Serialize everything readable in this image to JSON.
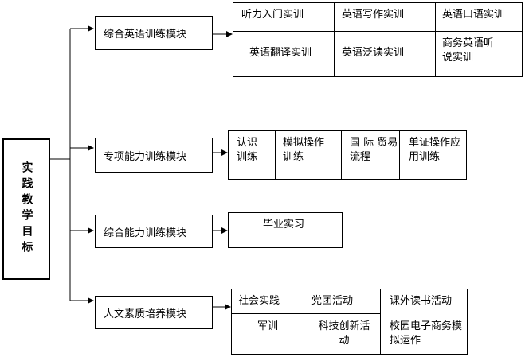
{
  "root": {
    "label": "实践教学目标"
  },
  "modules": [
    {
      "label": "综合英语训练模块",
      "items": [
        "听力入门实训",
        "英语写作实训",
        "英语口语实训",
        "英语翻译实训",
        "英语泛读实训",
        "商务英语听说实训"
      ]
    },
    {
      "label": "专项能力训练模块",
      "items": [
        "认识训练",
        "模拟操作训练",
        "国 际 贸易流程",
        "单证操作应用训练"
      ]
    },
    {
      "label": "综合能力训练模块",
      "items": [
        "毕业实习"
      ]
    },
    {
      "label": "人文素质培养模块",
      "items": [
        "社会实践",
        "党团活动",
        "课外读书活动",
        "军训",
        "科技创新活动",
        "校园电子商务模拟运作"
      ]
    }
  ]
}
